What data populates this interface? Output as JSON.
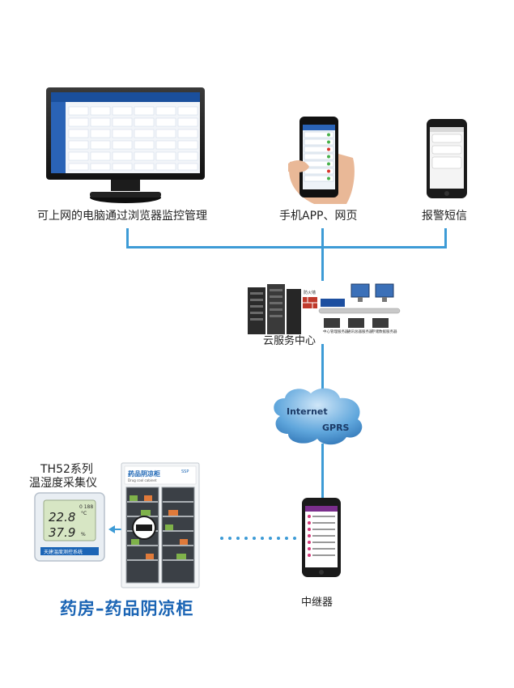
{
  "top": {
    "pc_label": "可上网的电脑通过浏览器监控管理",
    "phone_label": "手机APP、网页",
    "sms_label": "报警短信"
  },
  "cloud_center": {
    "label": "云服务中心",
    "firewall": "防火墙",
    "servers": [
      "中心管理服务器",
      "通讯总器服务器",
      "存储数据服务器"
    ]
  },
  "network": {
    "internet": "Internet",
    "gprs": "GPRS"
  },
  "device": {
    "title_line1": "TH52系列",
    "title_line2": "温湿度采集仪",
    "temperature": "22.8",
    "temp_unit": "°C",
    "humidity": "37.9",
    "hum_unit": "%",
    "small_value": "0 188",
    "brand": "天建温度测控系统"
  },
  "cabinet": {
    "sign": "药品阴凉柜",
    "sign_en": "Drug cool cabinet",
    "brand": "SSP"
  },
  "repeater_label": "中继器",
  "bottom_title": "药房–药品阴凉柜",
  "colors": {
    "link": "#3d9bd6",
    "title": "#1a64b4"
  }
}
